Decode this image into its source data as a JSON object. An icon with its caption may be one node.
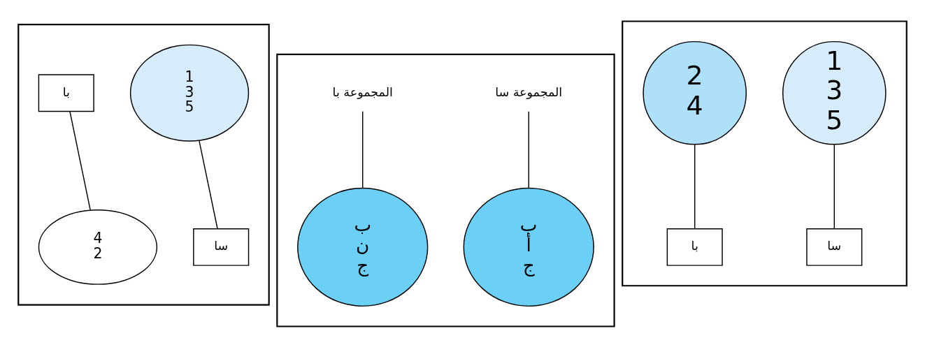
{
  "diagram": {
    "nodes": [
      {
        "text": [],
        "shape": "box"
      },
      {
        "text": [],
        "shape": "box"
      },
      {
        "text": [],
        "shape": "box"
      },
      {
        "text": [
          "4",
          "2"
        ],
        "in": 0
      },
      {
        "text": [
          "با"
        ],
        "in": 0
      },
      {
        "text": [
          "1",
          "3",
          "5"
        ],
        "in": 0
      },
      {
        "text": [
          "سا"
        ],
        "in": 0
      },
      {
        "text": [
          "ب",
          "ن",
          "ج"
        ],
        "in": 1
      },
      {
        "text": [
          "المجموعة با"
        ],
        "in": 1
      },
      {
        "text": [
          "ب",
          "أ",
          "ج"
        ],
        "in": 1
      },
      {
        "text": [
          "المجموعة سا"
        ],
        "in": 1
      },
      {
        "text": [
          "2",
          "4"
        ],
        "in": 2
      },
      {
        "text": [
          "با"
        ],
        "in": 2
      },
      {
        "text": [
          "1",
          "3",
          "5"
        ],
        "in": 2
      },
      {
        "text": [
          "سا"
        ],
        "in": 2
      }
    ],
    "edges": [
      {
        "from": 4,
        "to": 3,
        "arrow": "none"
      },
      {
        "from": 5,
        "to": 6,
        "arrow": "none"
      },
      {
        "from": 8,
        "to": 7,
        "arrow": "none"
      },
      {
        "from": 10,
        "to": 9,
        "arrow": "none"
      },
      {
        "from": 11,
        "to": 12,
        "arrow": "none"
      },
      {
        "from": 13,
        "to": 14,
        "arrow": "none"
      }
    ]
  }
}
